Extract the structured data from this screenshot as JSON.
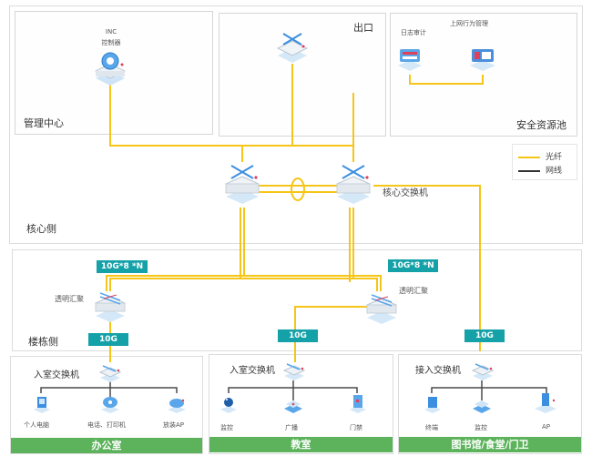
{
  "zones": {
    "management": {
      "label": "管理中心"
    },
    "egress": {
      "label": "出口"
    },
    "security_pool": {
      "label": "安全资源池"
    },
    "core_side": {
      "label": "核心侧"
    },
    "building_side": {
      "label": "楼栋侧"
    }
  },
  "devices": {
    "inc_controller": {
      "label_line1": "INC",
      "label_line2": "控制器"
    },
    "core_switch": {
      "label": "核心交换机"
    },
    "log_audit": {
      "label": "日志审计"
    },
    "behavior_mgmt": {
      "label": "上网行为管理"
    },
    "agg_left": {
      "label": "透明汇聚"
    },
    "agg_right": {
      "label": "透明汇聚"
    }
  },
  "tags": {
    "uplink_left": "10G*8 *N",
    "uplink_right": "10G*8 *N",
    "down_office": "10G",
    "down_classroom": "10G",
    "down_library": "10G"
  },
  "legend": {
    "items": [
      {
        "label": "光纤",
        "color": "#f5c518"
      },
      {
        "label": "网线",
        "color": "#333333"
      }
    ]
  },
  "areas": [
    {
      "switch_label": "入室交换机",
      "banner": "办公室",
      "endpoints": [
        {
          "label": "个人电脑",
          "icon": "pc-icon"
        },
        {
          "label": "电话、打印机",
          "icon": "phone-printer-icon"
        },
        {
          "label": "放装AP",
          "icon": "access-point-icon"
        }
      ]
    },
    {
      "switch_label": "入室交换机",
      "banner": "教室",
      "endpoints": [
        {
          "label": "监控",
          "icon": "camera-icon"
        },
        {
          "label": "广播",
          "icon": "broadcast-icon"
        },
        {
          "label": "门禁",
          "icon": "door-access-icon"
        }
      ]
    },
    {
      "switch_label": "接入交换机",
      "banner": "图书馆/食堂/门卫",
      "endpoints": [
        {
          "label": "终端",
          "icon": "terminal-icon"
        },
        {
          "label": "监控",
          "icon": "camera-icon"
        },
        {
          "label": "AP",
          "icon": "access-point-icon"
        }
      ]
    }
  ],
  "colors": {
    "fiber": "#f5c518",
    "ethernet": "#333333",
    "tag_bg": "#14a1a8",
    "banner_bg": "#5cb35c",
    "device_blue": "#3b8ee0"
  }
}
